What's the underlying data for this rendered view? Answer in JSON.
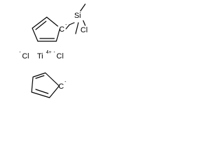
{
  "structure": {
    "atoms": {
      "si": "Si",
      "cl_on_si": "Cl",
      "ti": "Ti",
      "ti_charge": "4+",
      "cl_left": "Cl",
      "cl_left_charge": "-",
      "cl_right": "Cl",
      "cl_right_charge": "-",
      "top_ring_carbanion": "C",
      "top_ring_charge": "-",
      "bottom_ring_carbanion": "C",
      "bottom_ring_charge": "-"
    }
  }
}
